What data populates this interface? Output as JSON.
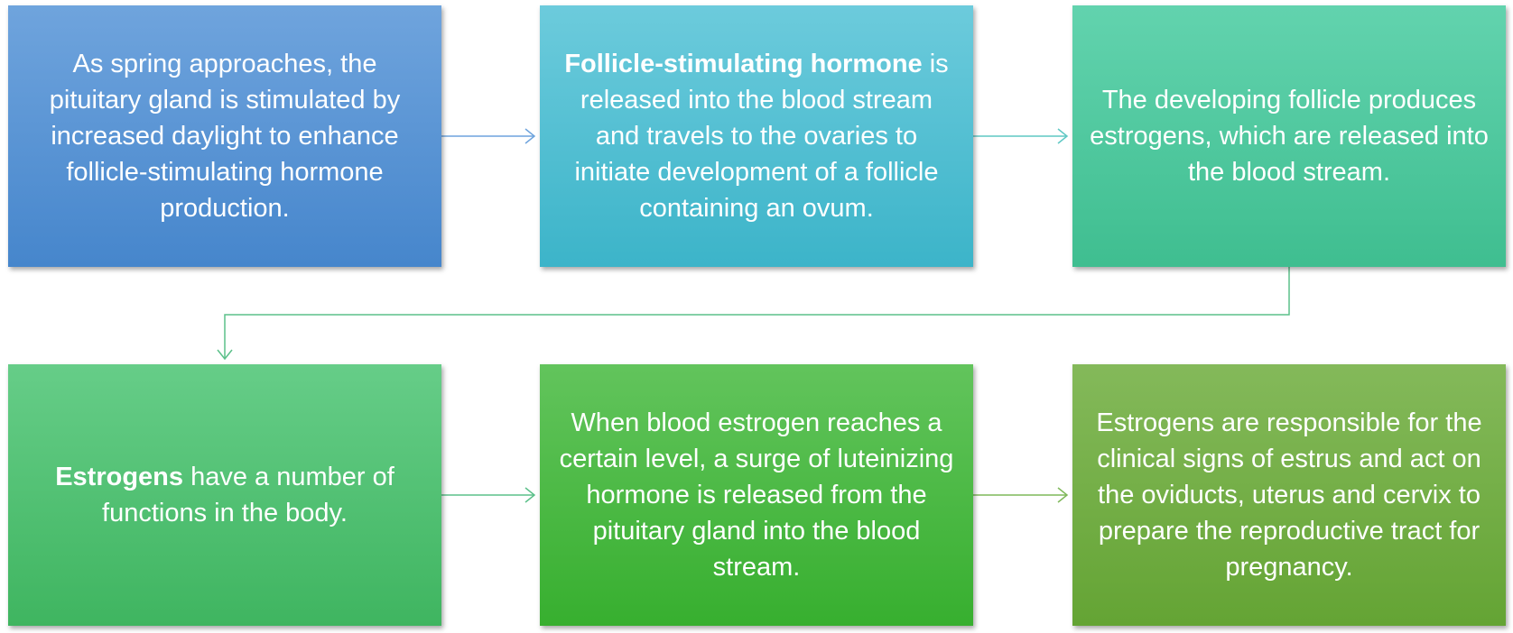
{
  "diagram": {
    "steps": [
      {
        "bold": "",
        "text": "As spring approaches, the pituitary gland is stimulated by increased daylight to enhance follicle-stimulating hormone production."
      },
      {
        "bold": "Follicle-stimulating hormone",
        "text": " is released into the blood stream and travels to the ovaries to initiate development of a follicle containing an ovum."
      },
      {
        "bold": "",
        "text": "The developing follicle produces estrogens, which are released into the blood stream."
      },
      {
        "bold": "Estrogens",
        "text": " have a number of functions in the body."
      },
      {
        "bold": "",
        "text": "When blood estrogen reaches a certain level, a surge of luteinizing hormone is released from the pituitary gland into the blood stream."
      },
      {
        "bold": "",
        "text": "Estrogens are responsible for the clinical signs of estrus and act on the oviducts, uterus and cervix to prepare the reproductive tract for pregnancy."
      }
    ],
    "colors": {
      "arrow_blue": "#6fa4dd",
      "arrow_teal": "#5fc8c4",
      "arrow_green": "#5cc08a",
      "arrow_olive": "#7fb85a"
    }
  }
}
